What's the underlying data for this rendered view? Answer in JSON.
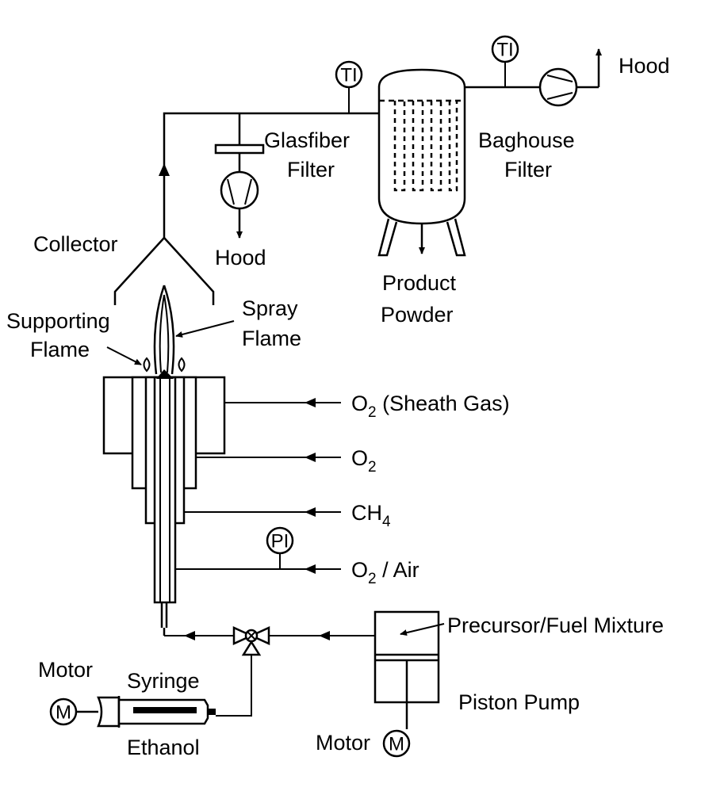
{
  "labels": {
    "hood_top": "Hood",
    "glasfiber_1": "Glasfiber",
    "glasfiber_2": "Filter",
    "baghouse_1": "Baghouse",
    "baghouse_2": "Filter",
    "hood_mid": "Hood",
    "collector": "Collector",
    "product_1": "Product",
    "product_2": "Powder",
    "supporting_1": "Supporting",
    "supporting_2": "Flame",
    "spray_1": "Spray",
    "spray_2": "Flame",
    "sheath_o": "O",
    "sheath_sub": "2",
    "sheath_rest": " (Sheath Gas)",
    "o2_o": "O",
    "o2_sub": "2",
    "ch_main": "CH",
    "ch_sub": "4",
    "o2air_o": "O",
    "o2air_sub": "2",
    "o2air_rest": " / Air",
    "precursor": "Precursor/Fuel Mixture",
    "motor_left": "Motor",
    "syringe": "Syringe",
    "ethanol": "Ethanol",
    "piston_pump": "Piston Pump",
    "motor_bottom": "Motor"
  },
  "instruments": {
    "ti": "TI",
    "pi": "PI",
    "m": "M"
  }
}
